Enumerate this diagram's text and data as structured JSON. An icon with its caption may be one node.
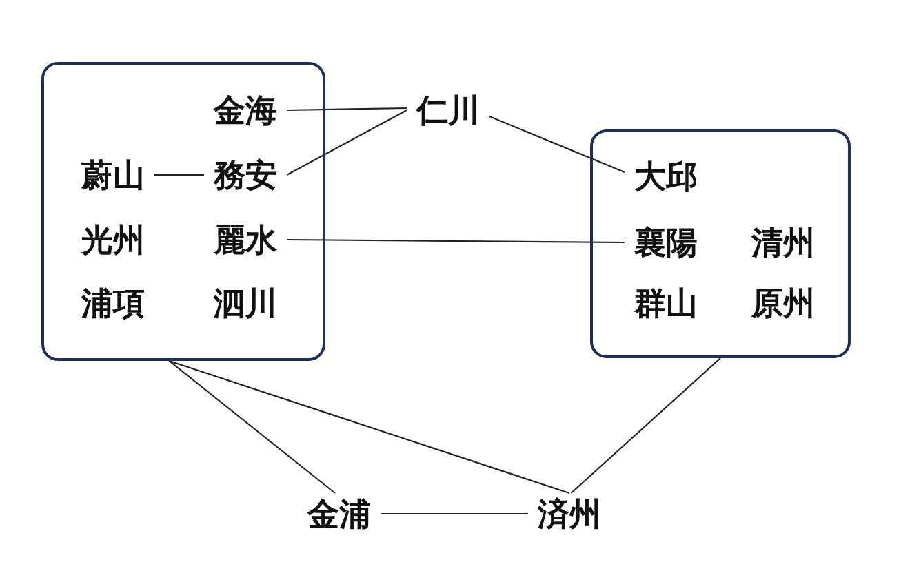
{
  "diagram": {
    "nodes": [
      {
        "text": [],
        "shape": "box"
      },
      {
        "text": [
          "金海"
        ],
        "in": 0
      },
      {
        "text": [
          "蔚山"
        ],
        "in": 0
      },
      {
        "text": [
          "務安"
        ],
        "in": 0
      },
      {
        "text": [
          "光州"
        ],
        "in": 0
      },
      {
        "text": [
          "麗水"
        ],
        "in": 0
      },
      {
        "text": [
          "浦項"
        ],
        "in": 0
      },
      {
        "text": [
          "泗川"
        ],
        "in": 0
      },
      {
        "text": [
          "仁川"
        ]
      },
      {
        "text": [],
        "shape": "box"
      },
      {
        "text": [
          "大邱"
        ],
        "in": 9
      },
      {
        "text": [
          "襄陽"
        ],
        "in": 9
      },
      {
        "text": [
          "清州"
        ],
        "in": 9
      },
      {
        "text": [
          "群山"
        ],
        "in": 9
      },
      {
        "text": [
          "原州"
        ],
        "in": 9
      },
      {
        "text": [
          "金浦"
        ]
      },
      {
        "text": [
          "済州"
        ]
      }
    ],
    "edges": [
      {
        "from": 1,
        "to": 8,
        "arrow": "none"
      },
      {
        "from": 3,
        "to": 8,
        "arrow": "none"
      },
      {
        "from": 2,
        "to": 3,
        "arrow": "none"
      },
      {
        "from": 8,
        "to": 10,
        "arrow": "none"
      },
      {
        "from": 5,
        "to": 11,
        "arrow": "none"
      },
      {
        "from": 0,
        "to": 15,
        "arrow": "none"
      },
      {
        "from": 0,
        "to": 16,
        "arrow": "none"
      },
      {
        "from": 9,
        "to": 16,
        "arrow": "none"
      },
      {
        "from": 15,
        "to": 16,
        "arrow": "none"
      }
    ]
  }
}
